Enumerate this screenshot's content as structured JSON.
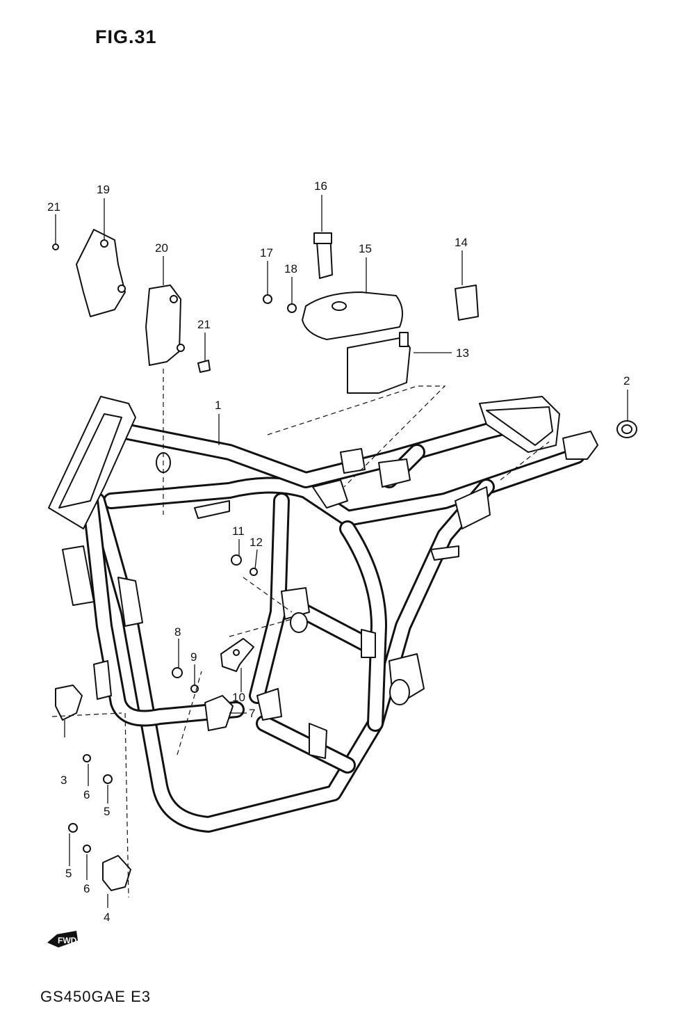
{
  "figure": {
    "title": "FIG.31",
    "model": "GS450GAE E3",
    "forward_label": "FWD"
  },
  "callouts": [
    {
      "id": "c21a",
      "label": "21"
    },
    {
      "id": "c19",
      "label": "19"
    },
    {
      "id": "c20",
      "label": "20"
    },
    {
      "id": "c21b",
      "label": "21"
    },
    {
      "id": "c16",
      "label": "16"
    },
    {
      "id": "c17",
      "label": "17"
    },
    {
      "id": "c18",
      "label": "18"
    },
    {
      "id": "c15",
      "label": "15"
    },
    {
      "id": "c14",
      "label": "14"
    },
    {
      "id": "c13",
      "label": "13"
    },
    {
      "id": "c2",
      "label": "2"
    },
    {
      "id": "c1",
      "label": "1"
    },
    {
      "id": "c11",
      "label": "11"
    },
    {
      "id": "c12",
      "label": "12"
    },
    {
      "id": "c8",
      "label": "8"
    },
    {
      "id": "c9",
      "label": "9"
    },
    {
      "id": "c10",
      "label": "10"
    },
    {
      "id": "c3",
      "label": "3"
    },
    {
      "id": "c6a",
      "label": "6"
    },
    {
      "id": "c5a",
      "label": "5"
    },
    {
      "id": "c7",
      "label": "7"
    },
    {
      "id": "c5b",
      "label": "5"
    },
    {
      "id": "c6b",
      "label": "6"
    },
    {
      "id": "c4",
      "label": "4"
    }
  ]
}
